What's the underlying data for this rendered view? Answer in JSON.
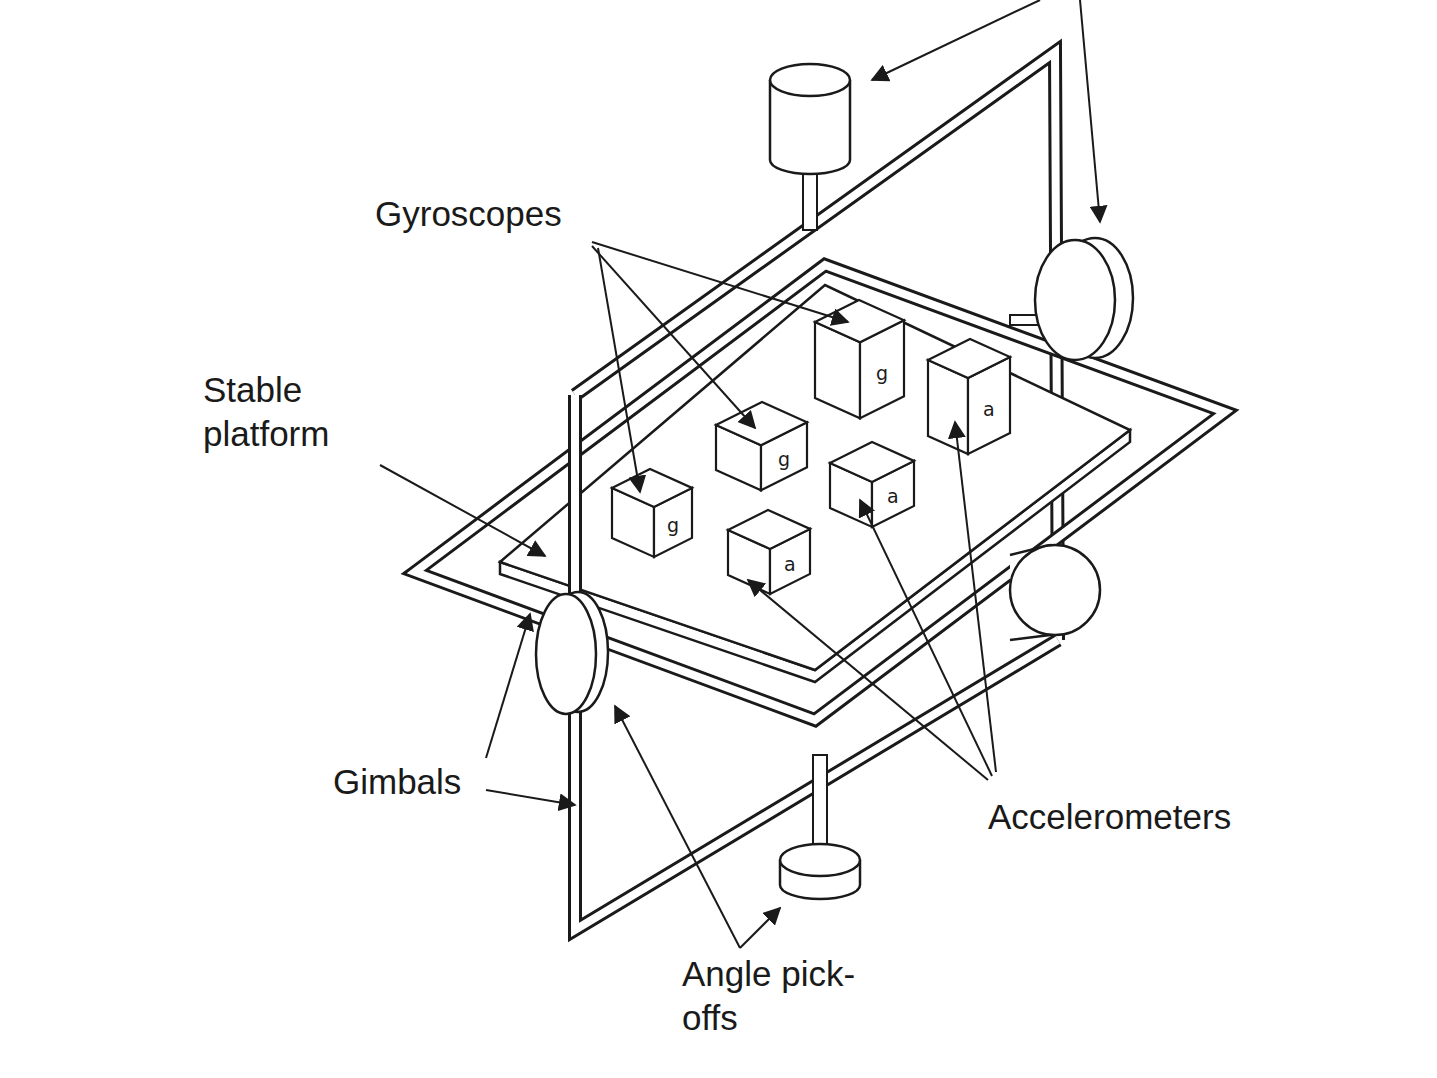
{
  "diagram": {
    "labels": [
      "Gyroscopes",
      "Stable platform",
      "Gimbals",
      "Accelerometers",
      "Angle pick-offs",
      "g",
      "g",
      "g",
      "a",
      "a",
      "a"
    ]
  }
}
